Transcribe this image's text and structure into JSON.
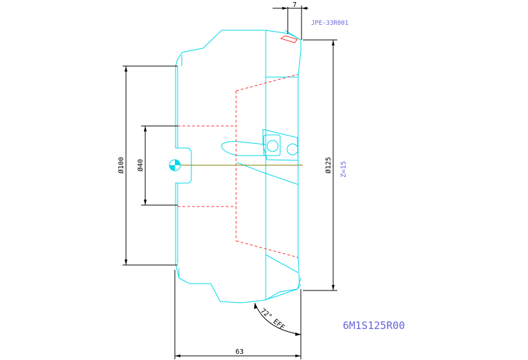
{
  "part_id": "6M1S125R00",
  "insert_code": "JPE-33R001",
  "teeth_label": "Z=15",
  "dimensions": {
    "top_width": "7",
    "dia_100": "Ø100",
    "dia_40": "Ø40",
    "dia_125": "Ø125",
    "length": "63",
    "angle": "72° EFF"
  },
  "colors": {
    "outline": "#00d8e8",
    "hidden": "#ff3030",
    "dimension": "#000000",
    "label": "#6666e0",
    "center": "#808000"
  }
}
